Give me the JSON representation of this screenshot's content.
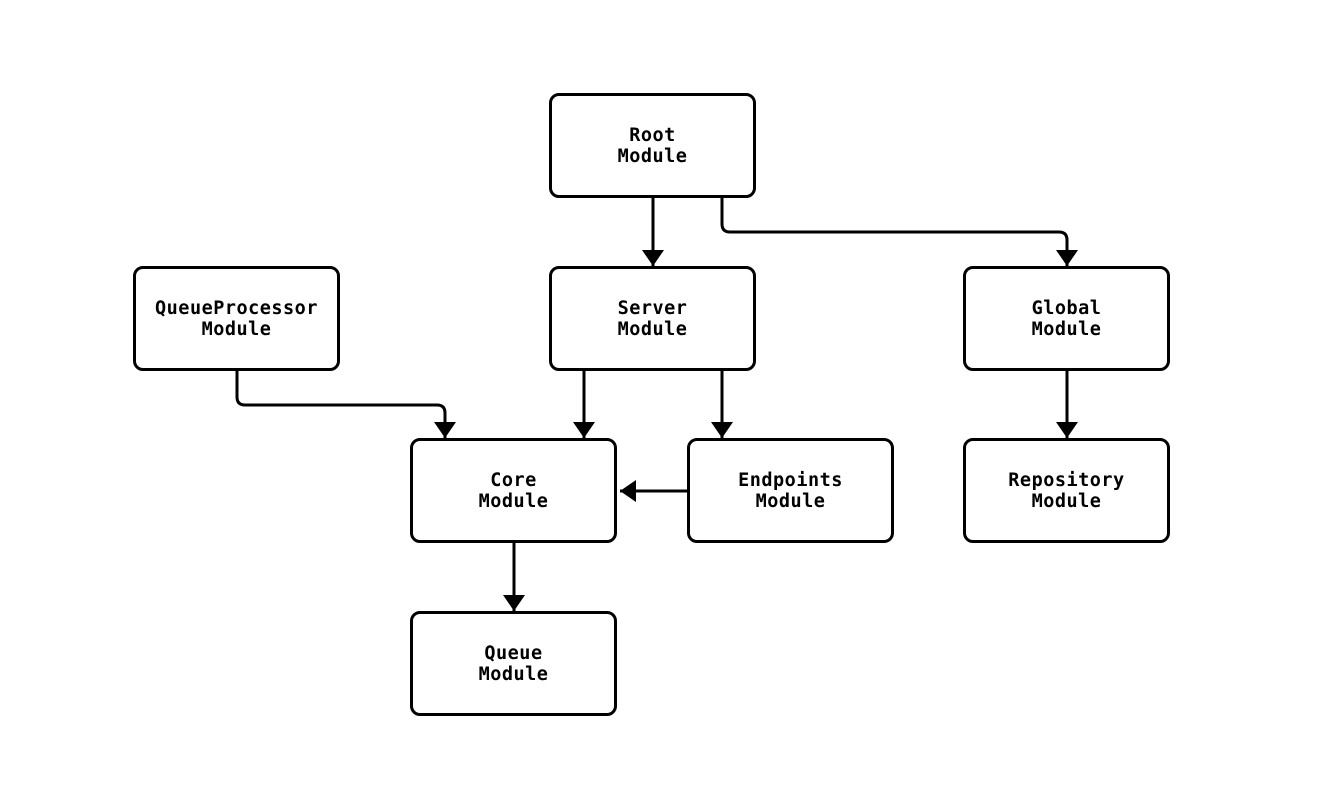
{
  "diagram": {
    "type": "flowchart",
    "direction": "top-down",
    "background": "#ffffff",
    "colors": {
      "node_fill": "#ffffff",
      "node_stroke": "#000000",
      "edge_stroke": "#000000",
      "text": "#000000"
    },
    "nodes": [
      {
        "id": "root",
        "label": "Root\nModule"
      },
      {
        "id": "server",
        "label": "Server\nModule"
      },
      {
        "id": "queueprocessor",
        "label": "QueueProcessor\nModule"
      },
      {
        "id": "global",
        "label": "Global\nModule"
      },
      {
        "id": "core",
        "label": "Core\nModule"
      },
      {
        "id": "endpoints",
        "label": "Endpoints\nModule"
      },
      {
        "id": "repository",
        "label": "Repository\nModule"
      },
      {
        "id": "queue",
        "label": "Queue\nModule"
      }
    ],
    "edges": [
      {
        "from": "root",
        "to": "server"
      },
      {
        "from": "root",
        "to": "global"
      },
      {
        "from": "queueprocessor",
        "to": "core"
      },
      {
        "from": "server",
        "to": "core"
      },
      {
        "from": "server",
        "to": "endpoints"
      },
      {
        "from": "endpoints",
        "to": "core"
      },
      {
        "from": "global",
        "to": "repository"
      },
      {
        "from": "core",
        "to": "queue"
      }
    ]
  }
}
